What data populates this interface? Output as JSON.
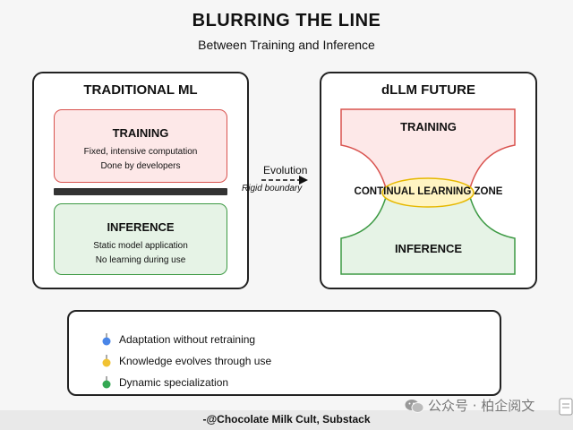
{
  "title": "BLURRING THE LINE",
  "subtitle": "Between Training and Inference",
  "traditional": {
    "heading": "TRADITIONAL ML",
    "training": {
      "title": "TRAINING",
      "lines": [
        "Fixed, intensive computation",
        "Done by developers"
      ]
    },
    "inference": {
      "title": "INFERENCE",
      "lines": [
        "Static model application",
        "No learning during use"
      ]
    }
  },
  "transition": {
    "label": "Evolution",
    "boundary_label": "Rigid boundary"
  },
  "future": {
    "heading": "dLLM FUTURE",
    "training": "TRAINING",
    "zone": "CONTINUAL LEARNING ZONE",
    "inference": "INFERENCE"
  },
  "legend": [
    {
      "text": "Adaptation without retraining",
      "color": "#4a86e8"
    },
    {
      "text": "Knowledge evolves through use",
      "color": "#f1c232"
    },
    {
      "text": "Dynamic specialization",
      "color": "#34a853"
    }
  ],
  "footer": "-@Chocolate Milk Cult, Substack",
  "watermark": "公众号 · 柏企阅文",
  "colors": {
    "training_fill": "#fde8e8",
    "training_stroke": "#d9534f",
    "inference_fill": "#e6f3e6",
    "inference_stroke": "#3d9a44",
    "zone_fill": "#fff4c2",
    "zone_stroke": "#e6b800"
  }
}
